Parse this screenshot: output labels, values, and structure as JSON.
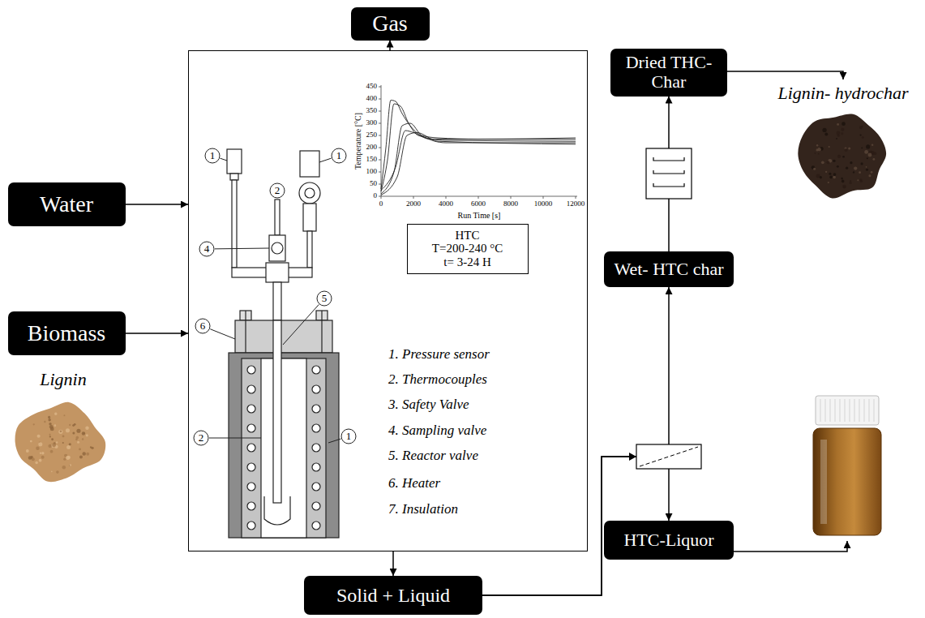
{
  "diagram": {
    "nodes": [
      {
        "text": [
          "Gas"
        ]
      },
      {
        "text": [
          "1. Pressure sensor",
          "2. Thermocouples",
          "3. Safety Valve",
          "4. Sampling valve",
          "5. Reactor valve",
          "6. Heater",
          "7. Insulation"
        ]
      },
      {
        "text": [
          "HTC",
          "T=200-240 °C",
          "t= 3-24 H"
        ],
        "in": 1
      },
      {
        "text": [
          "Water"
        ]
      },
      {
        "text": [
          "Biomass"
        ]
      },
      {
        "text": [
          "Solid + Liquid"
        ]
      },
      {
        "text": [
          "Dried THC-Char"
        ]
      },
      {
        "text": [
          "Wet- HTC char"
        ]
      },
      {
        "text": [
          "HTC-Liquor"
        ]
      }
    ],
    "edges": [
      {
        "from": 1,
        "to": 0,
        "arrow": "to"
      },
      {
        "from": 3,
        "to": 1,
        "arrow": "to"
      },
      {
        "from": 4,
        "to": 1,
        "arrow": "to"
      },
      {
        "from": 1,
        "to": 5,
        "arrow": "to"
      },
      {
        "from": 5,
        "to": 7,
        "arrow": "to"
      },
      {
        "from": 5,
        "to": 8,
        "arrow": "to"
      },
      {
        "from": 7,
        "to": 6,
        "arrow": "to"
      }
    ],
    "labels": [
      "Lignin",
      "Lignin- hydrochar",
      "Temperature [°C]",
      "Run Time [s]",
      "0",
      "50",
      "100",
      "150",
      "200",
      "250",
      "300",
      "350",
      "400",
      "450",
      "0",
      "2000",
      "4000",
      "6000",
      "8000",
      "10000",
      "12000",
      "1",
      "2",
      "1",
      "4",
      "6",
      "5",
      "2",
      "1"
    ]
  }
}
